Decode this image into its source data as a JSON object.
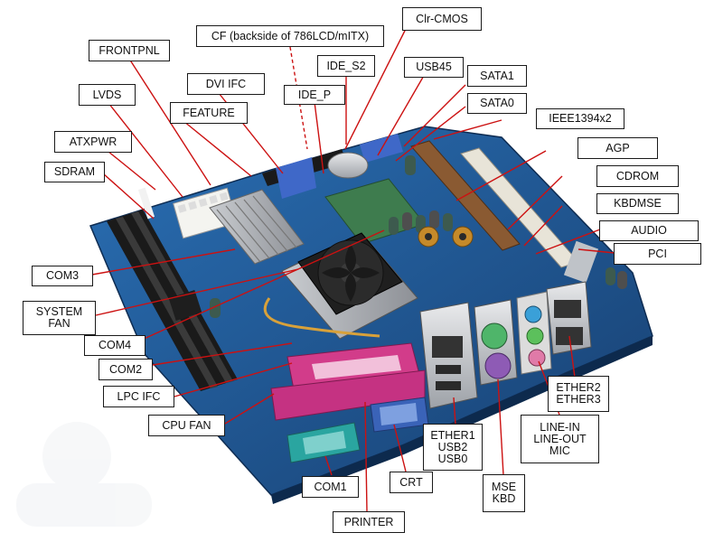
{
  "callouts": [
    {
      "id": "frontpnl",
      "lines": [
        "FRONTPNL"
      ]
    },
    {
      "id": "cf",
      "lines": [
        "CF (backside of 786LCD/mITX)"
      ]
    },
    {
      "id": "clr-cmos",
      "lines": [
        "Clr-CMOS"
      ]
    },
    {
      "id": "ide-s2",
      "lines": [
        "IDE_S2"
      ]
    },
    {
      "id": "usb45",
      "lines": [
        "USB45"
      ]
    },
    {
      "id": "dvi-ifc",
      "lines": [
        "DVI IFC"
      ]
    },
    {
      "id": "sata1",
      "lines": [
        "SATA1"
      ]
    },
    {
      "id": "lvds",
      "lines": [
        "LVDS"
      ]
    },
    {
      "id": "ide-p",
      "lines": [
        "IDE_P"
      ]
    },
    {
      "id": "sata0",
      "lines": [
        "SATA0"
      ]
    },
    {
      "id": "feature",
      "lines": [
        "FEATURE"
      ]
    },
    {
      "id": "ieee1394x2",
      "lines": [
        "IEEE1394x2"
      ]
    },
    {
      "id": "atxpwr",
      "lines": [
        "ATXPWR"
      ]
    },
    {
      "id": "agp",
      "lines": [
        "AGP"
      ]
    },
    {
      "id": "sdram",
      "lines": [
        "SDRAM"
      ]
    },
    {
      "id": "cdrom",
      "lines": [
        "CDROM"
      ]
    },
    {
      "id": "kbdmse",
      "lines": [
        "KBDMSE"
      ]
    },
    {
      "id": "audio",
      "lines": [
        "AUDIO"
      ]
    },
    {
      "id": "pci",
      "lines": [
        "PCI"
      ]
    },
    {
      "id": "com3",
      "lines": [
        "COM3"
      ]
    },
    {
      "id": "system-fan",
      "lines": [
        "SYSTEM",
        "FAN"
      ]
    },
    {
      "id": "com4",
      "lines": [
        "COM4"
      ]
    },
    {
      "id": "com2",
      "lines": [
        "COM2"
      ]
    },
    {
      "id": "lpc-ifc",
      "lines": [
        "LPC IFC"
      ]
    },
    {
      "id": "cpu-fan",
      "lines": [
        "CPU FAN"
      ]
    },
    {
      "id": "ether2-ether3",
      "lines": [
        "ETHER2",
        "ETHER3"
      ]
    },
    {
      "id": "ether1-usb",
      "lines": [
        "ETHER1",
        "USB2",
        "USB0"
      ]
    },
    {
      "id": "line-in-out-mic",
      "lines": [
        "LINE-IN",
        "LINE-OUT",
        "MIC"
      ]
    },
    {
      "id": "com1",
      "lines": [
        "COM1"
      ]
    },
    {
      "id": "crt",
      "lines": [
        "CRT"
      ]
    },
    {
      "id": "mse-kbd",
      "lines": [
        "MSE",
        "KBD"
      ]
    },
    {
      "id": "printer",
      "lines": [
        "PRINTER"
      ]
    }
  ],
  "colors": {
    "board": "#1f5c9c",
    "board_dark": "#173f70",
    "leader_line": "#cc1111",
    "parallel_port": "#d23c8a",
    "vga_port": "#3a63b8",
    "serial_port": "#2aa5a0",
    "ps2_keyboard": "#8e5bb5",
    "ps2_mouse": "#4fb56a",
    "audio_blue": "#3aa0d8",
    "audio_green": "#5cc05c",
    "audio_pink": "#e07aa8",
    "agp_slot": "#8a5a32",
    "pci_slot": "#e8e4d8",
    "heatsink": "#a9acb1",
    "fan": "#2a2a2a"
  }
}
